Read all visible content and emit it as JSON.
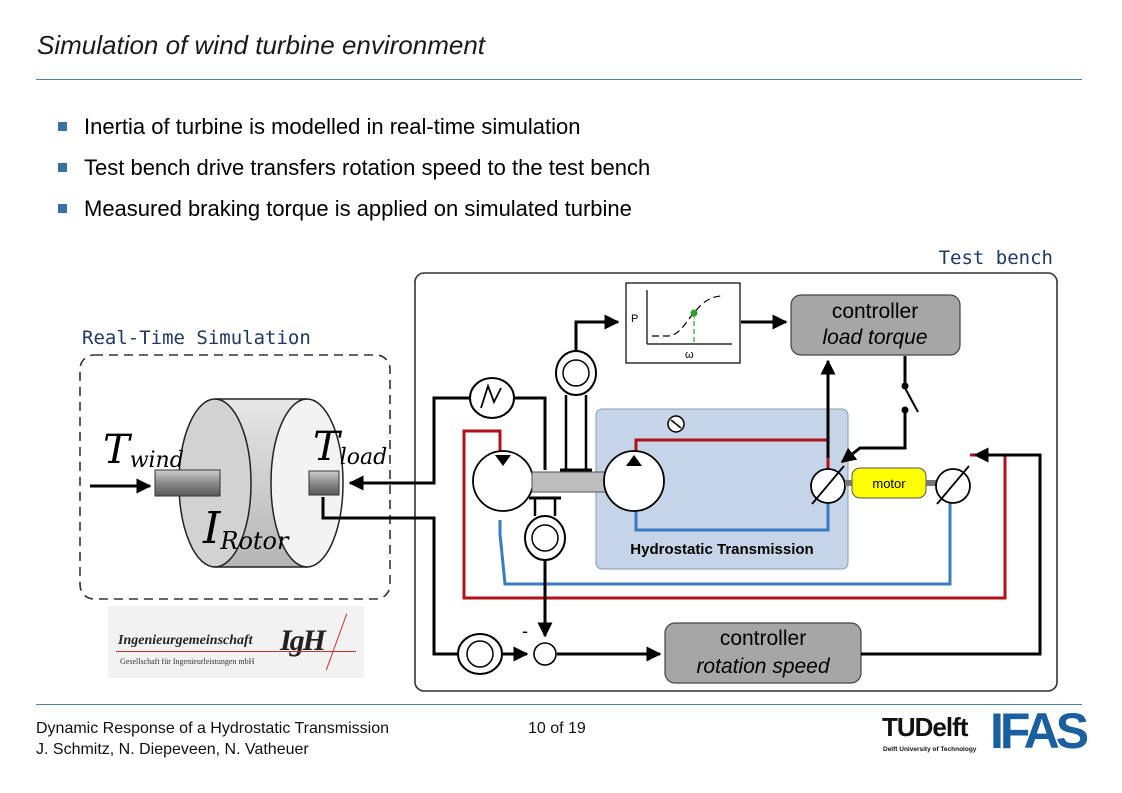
{
  "slide": {
    "title": "Simulation of wind turbine environment",
    "bullets": [
      "Inertia of turbine is modelled in real-time simulation",
      "Test bench drive transfers rotation speed to the test bench",
      "Measured braking torque is applied on simulated turbine"
    ]
  },
  "diagram": {
    "test_bench_label": "Test bench",
    "realtime_label": "Real-Time Simulation",
    "t_wind": "T",
    "t_wind_sub": "wind",
    "t_load": "T",
    "t_load_sub": "load",
    "i_rotor": "I",
    "i_rotor_sub": "Rotor",
    "ctrl_load_line1": "controller",
    "ctrl_load_line2": "load torque",
    "ctrl_speed_line1": "controller",
    "ctrl_speed_line2": "rotation speed",
    "motor_label": "motor",
    "hydro_label": "Hydrostatic Transmission",
    "curve_y": "P",
    "curve_x": "ω",
    "minus_sign": "-",
    "colors": {
      "red_line": "#b0121b",
      "blue_line": "#3a7cc2",
      "hydro_box": "#c5d4e6",
      "controller_box": "#a6a6a6",
      "motor_box": "#ffff00",
      "accent": "#1f3864"
    }
  },
  "logo_igh": {
    "name": "Ingenieurgemeinschaft",
    "sub": "Gesellschaft für Ingenieurleistungen mbH",
    "mark": "IgH"
  },
  "footer": {
    "line1": "Dynamic Response of a Hydrostatic Transmission",
    "line2": "J. Schmitz, N. Diepeveen, N. Vatheuer",
    "page": "10 of 19"
  },
  "logos": {
    "tudelft_name": "TUDelft",
    "tudelft_sub": "Delft University of Technology",
    "ifas": "IFAS"
  }
}
